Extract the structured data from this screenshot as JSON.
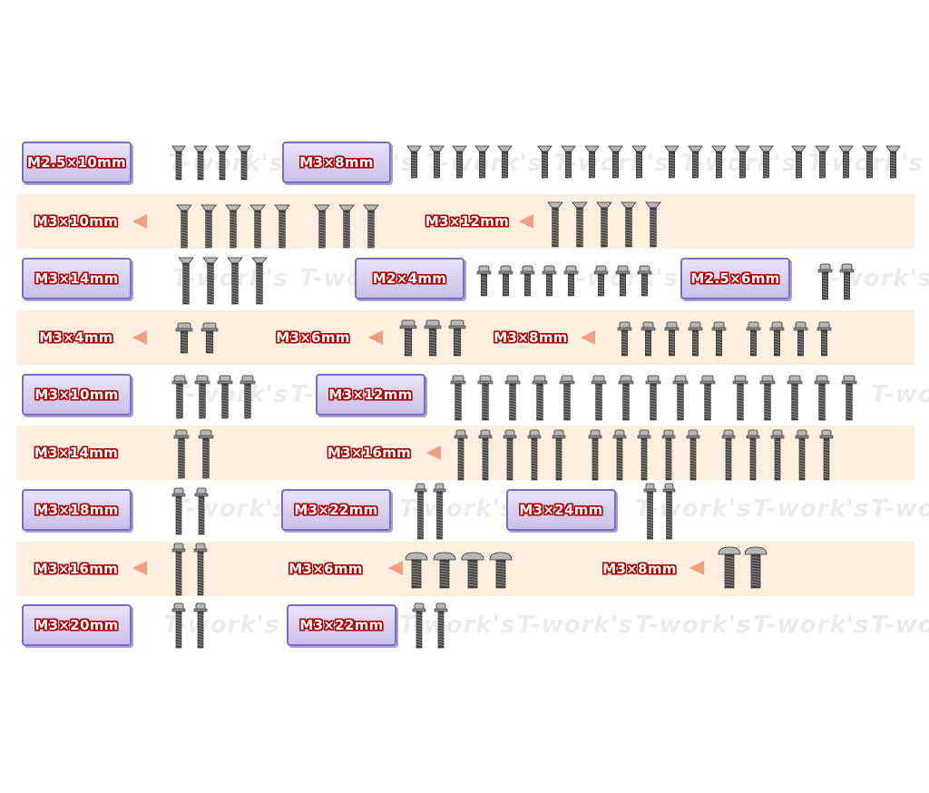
{
  "watermark": "T-work's",
  "rows": [
    {
      "labels": [
        "M2.5×10mm",
        "M3×8mm"
      ]
    },
    {
      "labels": [
        "M3×10mm",
        "M3×12mm"
      ]
    },
    {
      "labels": [
        "M3×14mm",
        "M2×4mm",
        "M2.5×6mm"
      ]
    },
    {
      "labels": [
        "M3×4mm",
        "M3×6mm",
        "M3×8mm"
      ]
    },
    {
      "labels": [
        "M3×10mm",
        "M3×12mm"
      ]
    },
    {
      "labels": [
        "M3×14mm",
        "M3×16mm"
      ]
    },
    {
      "labels": [
        "M3×18mm",
        "M3×22mm",
        "M3×24mm"
      ]
    },
    {
      "labels": [
        "M3×16mm",
        "M3×6mm",
        "M3×8mm"
      ]
    },
    {
      "labels": [
        "M3×20mm",
        "M3×22mm"
      ]
    }
  ],
  "colors": {
    "band": "#fdefe0",
    "label_box": "#cbbfea",
    "label_border": "#7b6cc4",
    "label_text_outline": "#b00000",
    "arrow": "#f0a080",
    "screw_metal": "#4a4a4a"
  }
}
